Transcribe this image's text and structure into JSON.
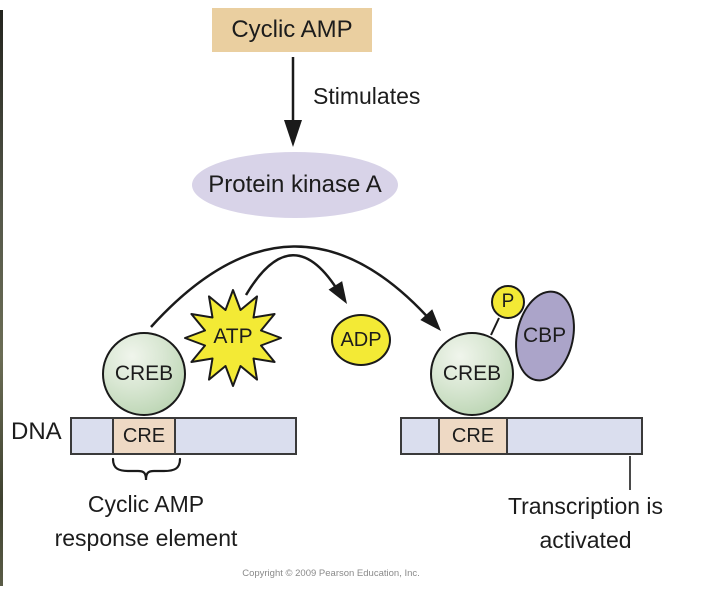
{
  "colors": {
    "cyclic_amp_box": "#eacfa0",
    "pka_ellipse": "#d8d3e8",
    "creb_sphere": "#c3d9bb",
    "atp_adp_p_yellow": "#f3ea35",
    "cbp_ellipse": "#aba4c9",
    "dna_bar": "#dadeee",
    "cre_box": "#eed9c4",
    "outline": "#1a1a1a",
    "copyright_text": "#8a8a8a"
  },
  "diagram": {
    "cyclic_amp": {
      "label": "Cyclic AMP"
    },
    "stimulates_label": "Stimulates",
    "protein_kinase_a": {
      "label": "Protein kinase A"
    },
    "atp": {
      "label": "ATP"
    },
    "adp": {
      "label": "ADP"
    },
    "creb_left": {
      "label": "CREB"
    },
    "creb_right": {
      "label": "CREB"
    },
    "phosphate": {
      "label": "P"
    },
    "cbp": {
      "label": "CBP"
    },
    "dna_label": "DNA",
    "cre_left": {
      "label": "CRE"
    },
    "cre_right": {
      "label": "CRE"
    },
    "cre_caption": {
      "line1": "Cyclic AMP",
      "line2": "response element"
    },
    "transcription_caption": {
      "line1": "Transcription is",
      "line2": "activated"
    },
    "copyright": "Copyright © 2009 Pearson Education, Inc."
  }
}
